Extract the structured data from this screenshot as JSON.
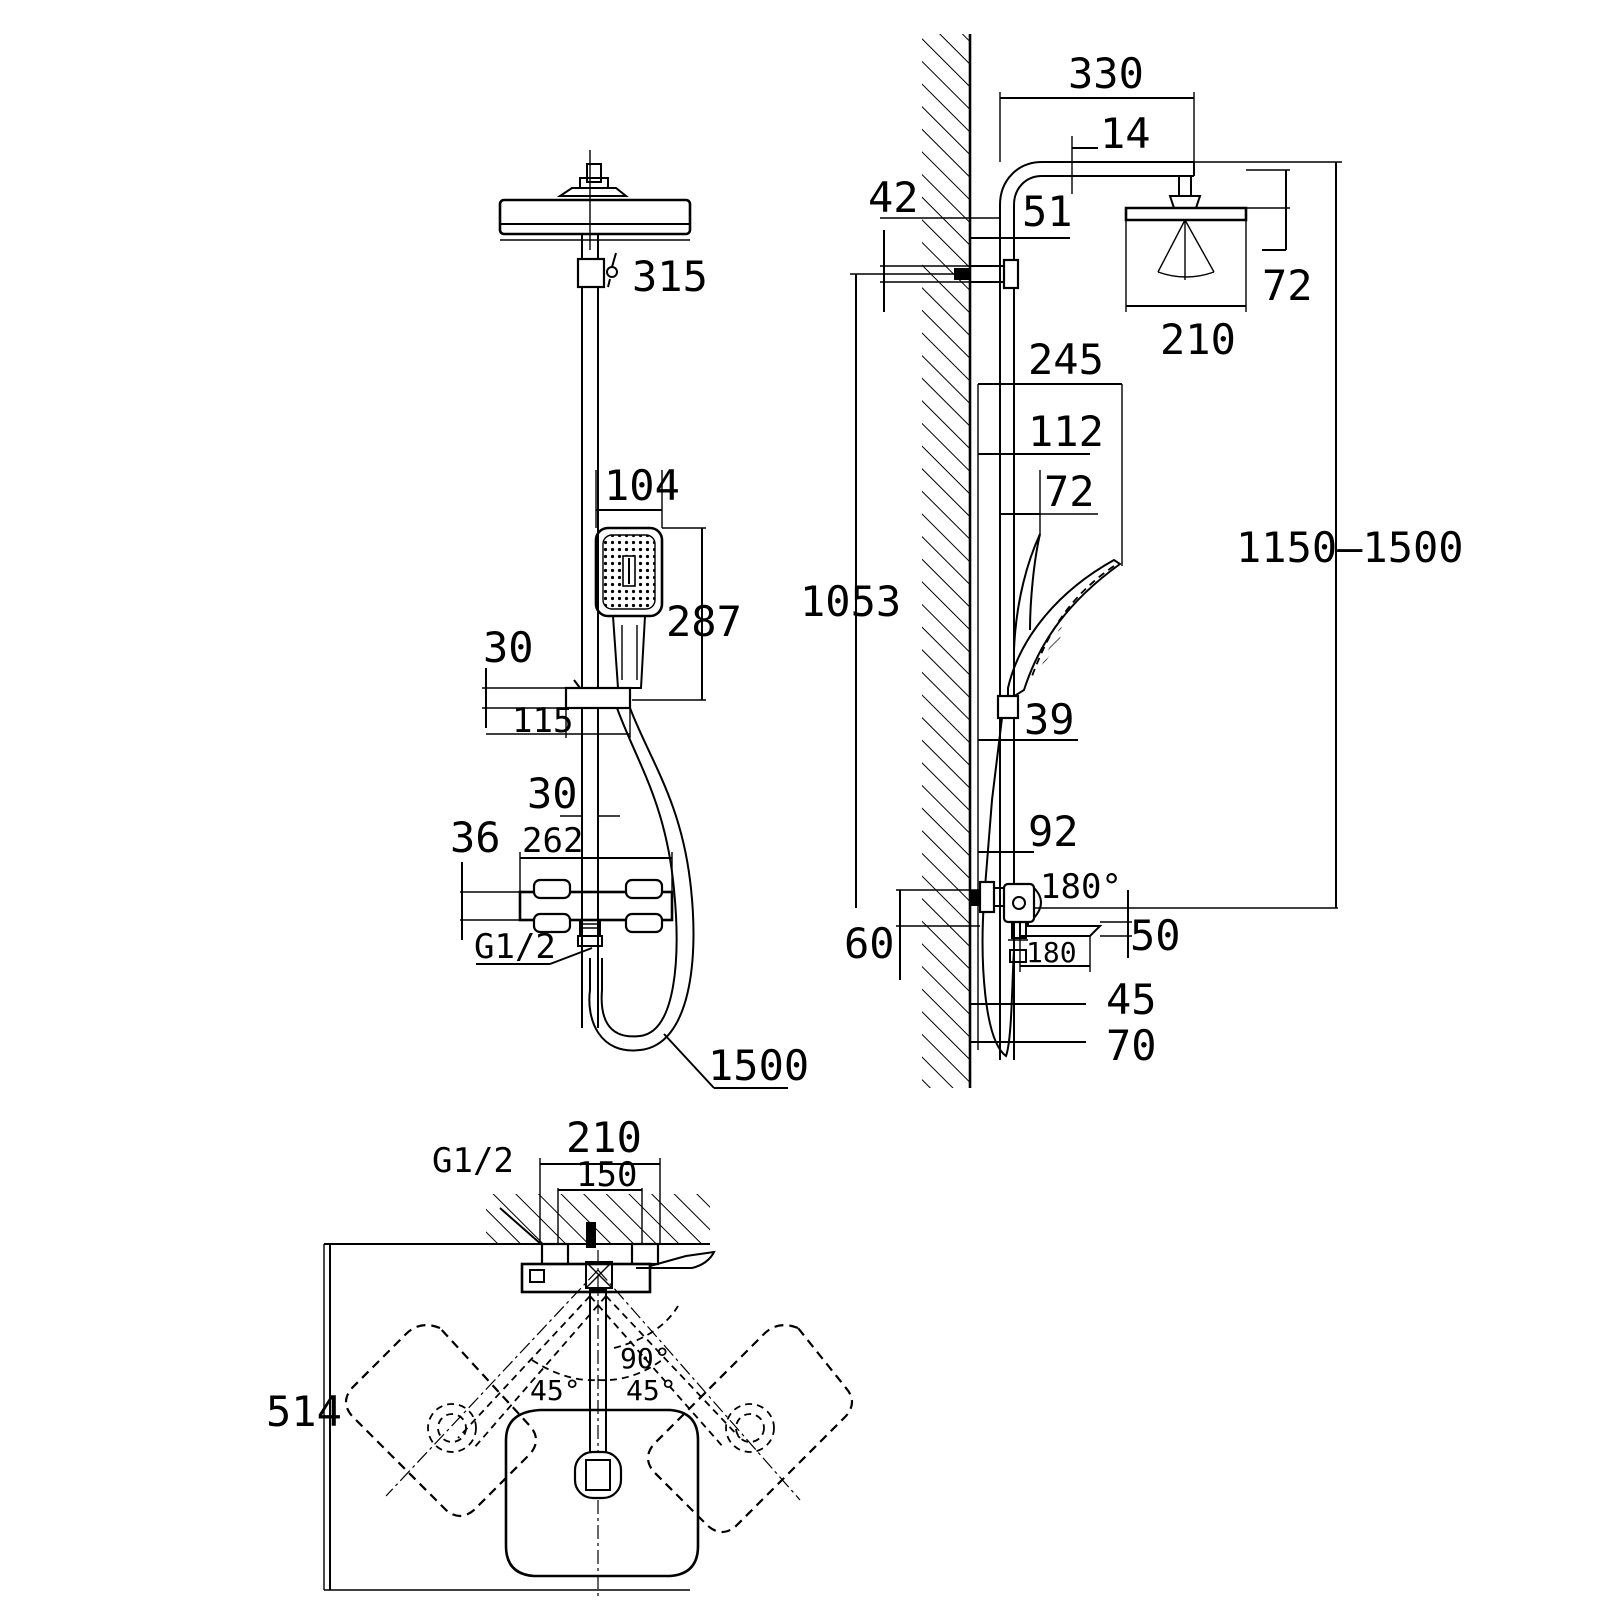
{
  "front_view": {
    "head_width": "315",
    "handshower_width": "104",
    "handshower_height": "287",
    "holder_height": "30",
    "holder_width": "115",
    "bar_diameter": "30",
    "mixer_width": "262",
    "mixer_height": "36",
    "inlet_thread": "G1/2",
    "hose_length": "1500"
  },
  "side_view": {
    "arm_length": "330",
    "arm_height": "14",
    "bracket_offset": "51",
    "bracket_size": "42",
    "head_height": "72",
    "head_depth": "210",
    "handshower_reach": "245",
    "holder_reach": "112",
    "handle_reach": "72",
    "total_height_range": "1150–1500",
    "bracket_to_mixer_height": "1053",
    "slider_size": "39",
    "mixer_depth": "92",
    "spout_rotation": "180°",
    "mixer_body_height": "60",
    "spout_height": "50",
    "spout_length": "180",
    "wall_gap": "45",
    "outlet_depth": "70"
  },
  "top_view": {
    "body_width": "210",
    "inlet_spacing": "150",
    "inlet_thread": "G1/2",
    "depth": "514",
    "angle_left": "45°",
    "angle_right": "45°",
    "angle_total": "90°"
  }
}
